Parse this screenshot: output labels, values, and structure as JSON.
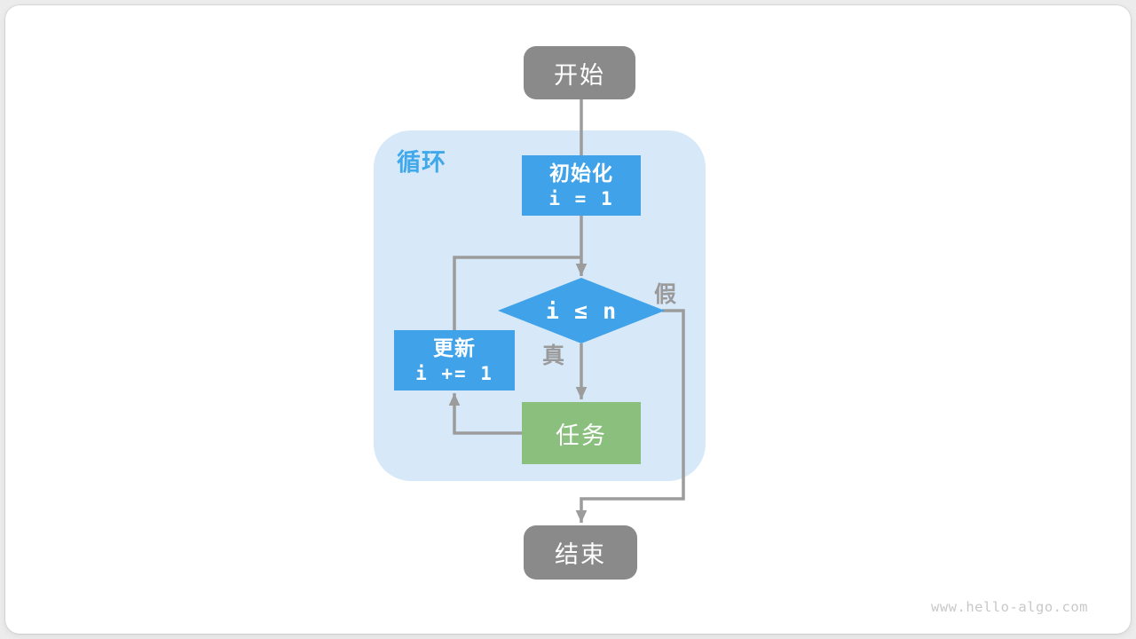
{
  "flowchart": {
    "nodes": {
      "start": {
        "label": "开始",
        "type": "terminal"
      },
      "loop_region": {
        "label": "循环"
      },
      "init": {
        "title": "初始化",
        "code": "i = 1",
        "type": "process"
      },
      "condition": {
        "code": "i ≤ n",
        "type": "decision"
      },
      "update": {
        "title": "更新",
        "code": "i += 1",
        "type": "process"
      },
      "task": {
        "label": "任务",
        "type": "task"
      },
      "end": {
        "label": "结束",
        "type": "terminal"
      }
    },
    "edge_labels": {
      "true_label": "真",
      "false_label": "假"
    },
    "edges": [
      {
        "from": "start",
        "to": "init",
        "label": ""
      },
      {
        "from": "init",
        "to": "condition",
        "label": ""
      },
      {
        "from": "condition",
        "to": "task",
        "label": "真"
      },
      {
        "from": "condition",
        "to": "end",
        "label": "假"
      },
      {
        "from": "task",
        "to": "update",
        "label": ""
      },
      {
        "from": "update",
        "to": "condition",
        "label": ""
      }
    ]
  },
  "watermark": {
    "text": "www.hello-algo.com"
  },
  "colors": {
    "page_bg": "#ececec",
    "card_bg": "#ffffff",
    "terminal_gray": "#8a8a8a",
    "process_blue": "#40a2e8",
    "task_green": "#8abf7e",
    "loop_region_bg": "#d7e9f8",
    "loop_label_blue": "#41a8ea",
    "edge_gray": "#9c9c9c",
    "branch_label_gray": "#9a9a9a",
    "watermark_gray": "#c8c8c8"
  }
}
